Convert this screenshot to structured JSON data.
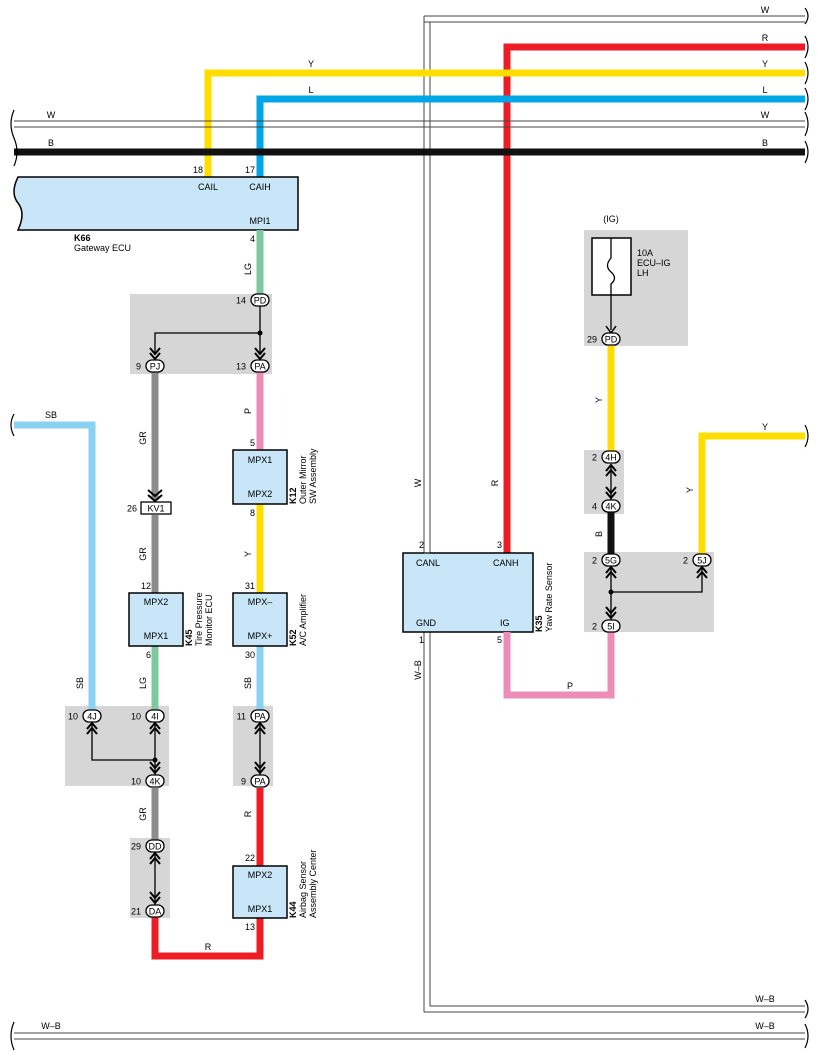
{
  "colors": {
    "Y": "#ffdd00",
    "L": "#00a6e6",
    "R": "#ee1c25",
    "W": "#ffffff",
    "B": "#111111",
    "LG": "#7ec8a0",
    "GR": "#8c8c8c",
    "P": "#ee8cb8",
    "SB": "#8ad2f2",
    "junction": "#d6d6d6",
    "ecu": "#c8e6f7"
  },
  "wire_labels": {
    "top_w": "W",
    "top_r": "R",
    "top_y": "Y",
    "top_l": "L",
    "bus_w": "W",
    "bus_b": "B",
    "bus_w_left": "W",
    "bus_b_left": "B",
    "y_top": "Y",
    "l_top": "L",
    "lg": "LG",
    "gr1": "GR",
    "p1": "P",
    "gr2": "GR",
    "y_mid": "Y",
    "sb_left_top": "SB",
    "sb_left": "SB",
    "lg2": "LG",
    "sb_mid": "SB",
    "gr3": "GR",
    "r_mid": "R",
    "r_bottom": "R",
    "w_vert": "W",
    "r_vert": "R",
    "wb_vert": "W–B",
    "p_bottom": "P",
    "y_fuse": "Y",
    "b_short": "B",
    "y_right": "Y",
    "y_right_top": "Y",
    "wb_right": "W–B",
    "wb_bus_left": "W–B",
    "wb_bus_right": "W–B"
  },
  "components": {
    "k66": {
      "code": "K66",
      "name": "Gateway ECU",
      "pins": {
        "cail": "CAIL",
        "caih": "CAIH",
        "mpi1": "MPI1"
      },
      "pin_nums": {
        "cail": "18",
        "caih": "17",
        "mpi1": "4"
      }
    },
    "k12": {
      "code": "K12",
      "name_1": "Outer Mirror",
      "name_2": "SW Assembly",
      "pins": {
        "a": "MPX1",
        "b": "MPX2"
      },
      "pin_nums": {
        "a": "5",
        "b": "8"
      }
    },
    "k45": {
      "code": "K45",
      "name_1": "Tire Pressure",
      "name_2": "Monitor ECU",
      "pins": {
        "a": "MPX2",
        "b": "MPX1"
      },
      "pin_nums": {
        "a": "12",
        "b": "6"
      }
    },
    "k52": {
      "code": "K52",
      "name_1": "A/C Amplifier",
      "pins": {
        "a": "MPX–",
        "b": "MPX+"
      },
      "pin_nums": {
        "a": "31",
        "b": "30"
      }
    },
    "k44": {
      "code": "K44",
      "name_1": "Airbag Sensor",
      "name_2": "Assembly Center",
      "pins": {
        "a": "MPX2",
        "b": "MPX1"
      },
      "pin_nums": {
        "a": "22",
        "b": "13"
      }
    },
    "k35": {
      "code": "K35",
      "name_1": "Yaw Rate Sensor",
      "pins": {
        "canl": "CANL",
        "canh": "CANH",
        "gnd": "GND",
        "ig": "IG"
      },
      "pin_nums": {
        "canl": "2",
        "canh": "3",
        "gnd": "1",
        "ig": "5"
      }
    }
  },
  "fuse": {
    "supply": "(IG)",
    "rating": "10A",
    "name_1": "ECU–IG",
    "name_2": "LH"
  },
  "kv1": {
    "label": "KV1",
    "pin": "26"
  },
  "connectors": {
    "pd_top": {
      "id": "PD",
      "pin": "14"
    },
    "pj": {
      "id": "PJ",
      "pin": "9"
    },
    "pa_top": {
      "id": "PA",
      "pin": "13"
    },
    "j4j": {
      "id": "4J",
      "pin": "10"
    },
    "j4i": {
      "id": "4I",
      "pin": "10"
    },
    "j4k": {
      "id": "4K",
      "pin": "10"
    },
    "pa11": {
      "id": "PA",
      "pin": "11"
    },
    "pa9": {
      "id": "PA",
      "pin": "9"
    },
    "dd": {
      "id": "DD",
      "pin": "29"
    },
    "da": {
      "id": "DA",
      "pin": "21"
    },
    "pd_fuse": {
      "id": "PD",
      "pin": "29"
    },
    "h4": {
      "id": "4H",
      "pin": "2"
    },
    "k4": {
      "id": "4K",
      "pin": "4"
    },
    "g5": {
      "id": "5G",
      "pin": "2"
    },
    "j5": {
      "id": "5J",
      "pin": "2"
    },
    "i5": {
      "id": "5I",
      "pin": "2"
    }
  }
}
